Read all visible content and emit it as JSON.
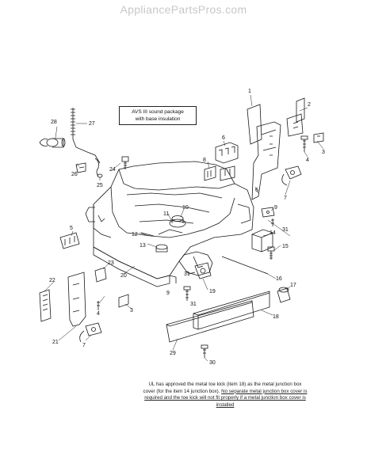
{
  "watermark": "AppliancePartsPros.com",
  "note_box": {
    "line1": "AVS III sound package",
    "line2": "with base insulation"
  },
  "footnote": {
    "part1": "UL has approved the metal toe kick (item 18) as the metal junction box cover (for the item 14 junction box). ",
    "part2": "No separate metal junction box cover is required and the toe kick will not fit properly if a metal junction box cover is installed"
  },
  "callouts": [
    "1",
    "2",
    "3",
    "4",
    "5",
    "6",
    "7",
    "8",
    "9",
    "10",
    "11",
    "12",
    "13",
    "14",
    "15",
    "16",
    "17",
    "18",
    "19",
    "20",
    "21",
    "22",
    "23",
    "24",
    "25",
    "26",
    "27",
    "28",
    "29",
    "30",
    "31"
  ],
  "colors": {
    "line": "#1a1a1a",
    "watermark": "#c8c8c8"
  }
}
